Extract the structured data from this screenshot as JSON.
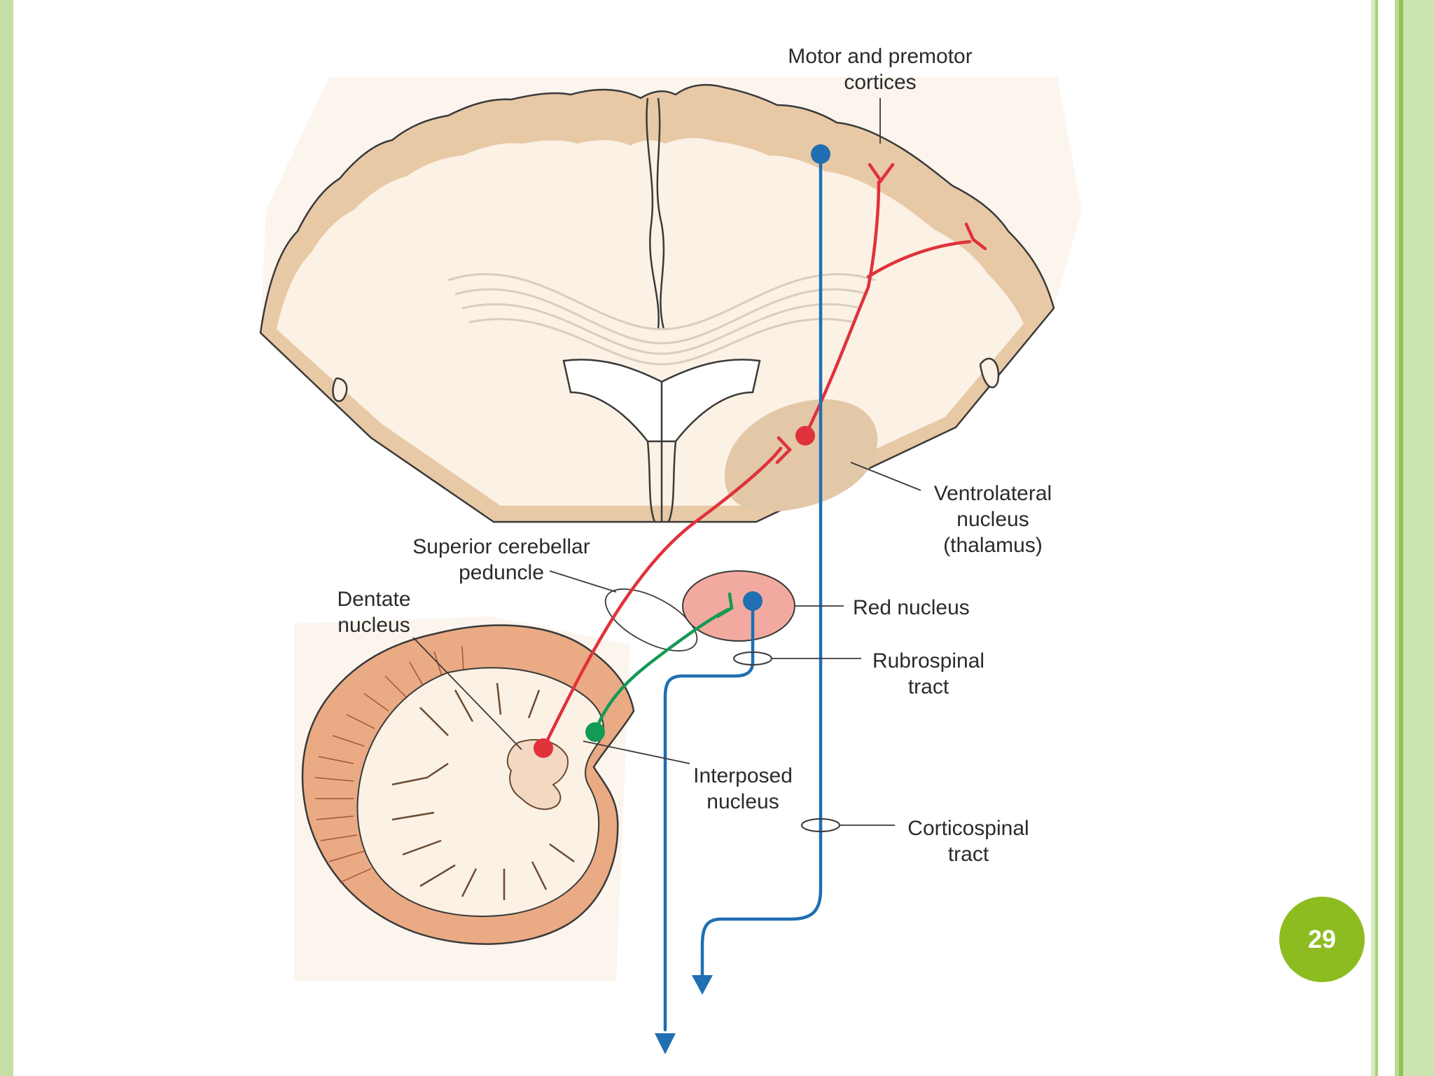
{
  "labels": {
    "motor_cortices_line1": "Motor and premotor",
    "motor_cortices_line2": "cortices",
    "ventrolateral_line1": "Ventrolateral",
    "ventrolateral_line2": "nucleus",
    "ventrolateral_line3": "(thalamus)",
    "superior_peduncle_line1": "Superior cerebellar",
    "superior_peduncle_line2": "peduncle",
    "dentate_line1": "Dentate",
    "dentate_line2": "nucleus",
    "red_nucleus": "Red nucleus",
    "rubrospinal_line1": "Rubrospinal",
    "rubrospinal_line2": "tract",
    "interposed_line1": "Interposed",
    "interposed_line2": "nucleus",
    "corticospinal_line1": "Corticospinal",
    "corticospinal_line2": "tract"
  },
  "page_number": "29",
  "colors": {
    "frame_green": "#c4dfa5",
    "badge_green": "#8cbc1f",
    "cortex_tan": "#e8c9a6",
    "white_matter": "#fbf1e4",
    "pathway_red": "#e0323a",
    "pathway_blue": "#1f6fb2",
    "pathway_green": "#139a55",
    "red_nucleus_fill": "#f2aaa0",
    "thalamus_fill": "#e3c8a8"
  }
}
